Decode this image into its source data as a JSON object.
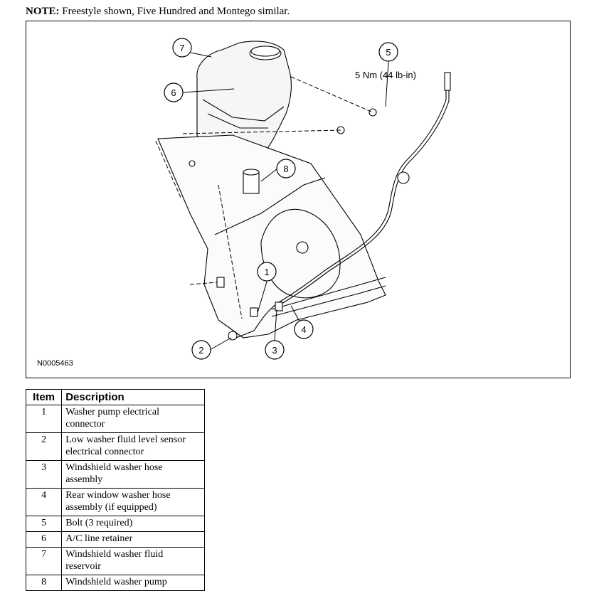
{
  "note": {
    "label": "NOTE:",
    "text": " Freestyle shown, Five Hundred and Montego similar."
  },
  "figure": {
    "id": "N0005463",
    "torque": "5 Nm (44 lb-in)",
    "callouts": [
      "1",
      "2",
      "3",
      "4",
      "5",
      "6",
      "7",
      "8"
    ]
  },
  "table": {
    "headers": [
      "Item",
      "Description"
    ],
    "rows": [
      {
        "item": "1",
        "description": "Washer pump electrical connector"
      },
      {
        "item": "2",
        "description": "Low washer fluid level sensor electrical connector"
      },
      {
        "item": "3",
        "description": "Windshield washer hose assembly"
      },
      {
        "item": "4",
        "description": "Rear window washer hose assembly (if equipped)"
      },
      {
        "item": "5",
        "description": "Bolt (3 required)"
      },
      {
        "item": "6",
        "description": "A/C line retainer"
      },
      {
        "item": "7",
        "description": "Windshield washer fluid reservoir"
      },
      {
        "item": "8",
        "description": "Windshield washer pump"
      }
    ]
  }
}
